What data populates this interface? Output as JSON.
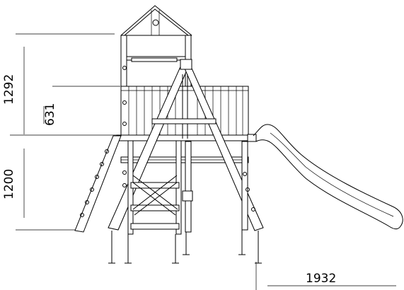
{
  "dimensions": {
    "total_height_upper": "1292",
    "roof_height": "631",
    "deck_height": "1200",
    "slide_length": "1932"
  }
}
